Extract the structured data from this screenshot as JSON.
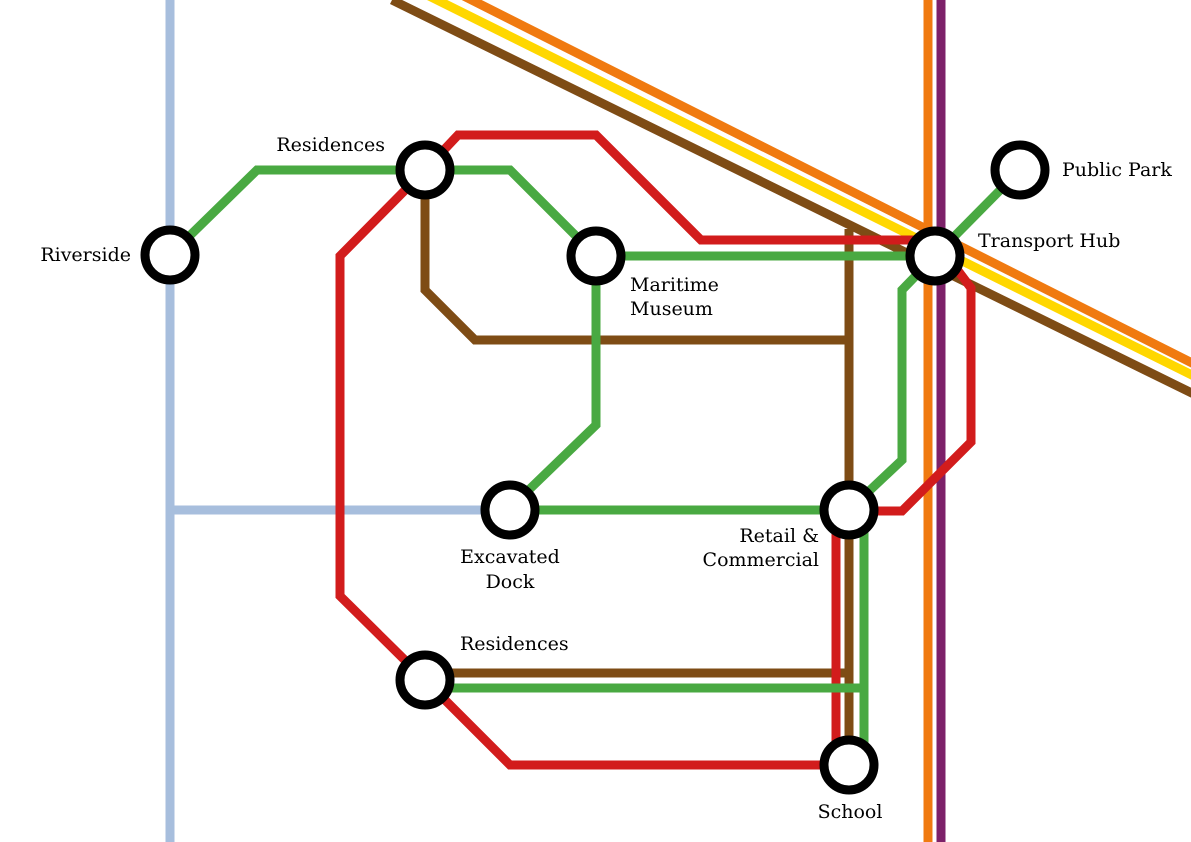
{
  "colors": {
    "light_blue": "#a7bedd",
    "green": "#49a942",
    "red": "#d21c1c",
    "brown": "#7e4c15",
    "orange": "#f07a10",
    "yellow": "#ffd700",
    "purple": "#7d2169",
    "station_ring": "#000000",
    "station_fill": "#ffffff"
  },
  "stations": {
    "riverside": {
      "label": "Riverside"
    },
    "residences_north": {
      "label": "Residences"
    },
    "maritime_museum": {
      "line1": "Maritime",
      "line2": "Museum"
    },
    "transport_hub": {
      "label": "Transport Hub"
    },
    "public_park": {
      "label": "Public Park"
    },
    "excavated_dock": {
      "line1": "Excavated",
      "line2": "Dock"
    },
    "retail_commercial": {
      "line1": "Retail &",
      "line2": "Commercial"
    },
    "residences_south": {
      "label": "Residences"
    },
    "school": {
      "label": "School"
    }
  }
}
